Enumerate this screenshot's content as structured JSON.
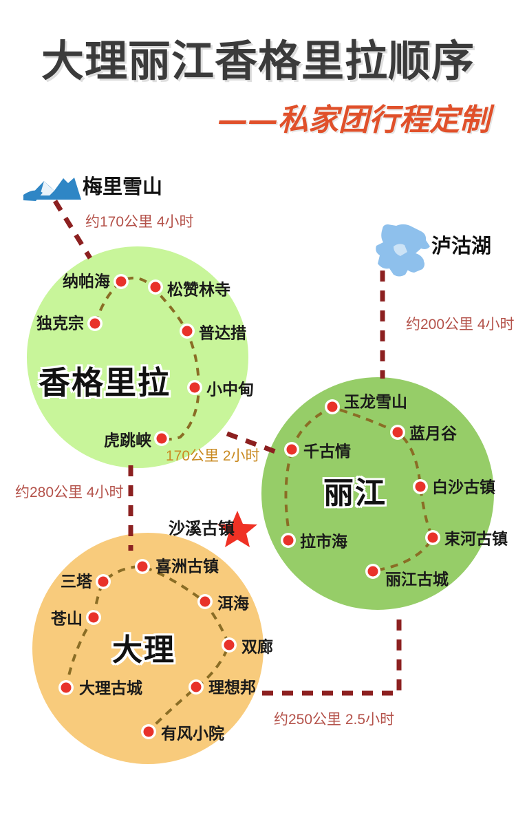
{
  "header": {
    "title": "大理丽江香格里拉顺序",
    "subtitle": "——私家团行程定制",
    "title_color": "#3b3b3b",
    "subtitle_color": "#e0502a"
  },
  "regions": [
    {
      "id": "shangrila",
      "label": "香格里拉",
      "color": "#c8f59a",
      "points": [
        {
          "name": "纳帕海",
          "side": "left"
        },
        {
          "name": "松赞林寺",
          "side": "right"
        },
        {
          "name": "独克宗",
          "side": "left"
        },
        {
          "name": "普达措",
          "side": "right"
        },
        {
          "name": "小中甸",
          "side": "right"
        },
        {
          "name": "虎跳峡",
          "side": "left"
        }
      ]
    },
    {
      "id": "lijiang",
      "label": "丽江",
      "color": "#96cd68",
      "points": [
        {
          "name": "玉龙雪山",
          "side": "right"
        },
        {
          "name": "蓝月谷",
          "side": "right"
        },
        {
          "name": "千古情",
          "side": "right"
        },
        {
          "name": "白沙古镇",
          "side": "right"
        },
        {
          "name": "拉市海",
          "side": "right"
        },
        {
          "name": "束河古镇",
          "side": "right"
        },
        {
          "name": "丽江古城",
          "side": "right"
        }
      ]
    },
    {
      "id": "dali",
      "label": "大理",
      "color": "#f8cb7c",
      "points": [
        {
          "name": "喜洲古镇",
          "side": "right"
        },
        {
          "name": "三塔",
          "side": "left"
        },
        {
          "name": "苍山",
          "side": "left"
        },
        {
          "name": "洱海",
          "side": "right"
        },
        {
          "name": "双廊",
          "side": "right"
        },
        {
          "name": "大理古城",
          "side": "right"
        },
        {
          "name": "理想邦",
          "side": "right"
        },
        {
          "name": "有风小院",
          "side": "right"
        }
      ]
    }
  ],
  "landmarks": [
    {
      "id": "meili",
      "name": "梅里雪山",
      "icon": "mountain-icon",
      "color": "#2f86c5"
    },
    {
      "id": "lugu",
      "name": "泸沽湖",
      "icon": "lake-icon",
      "color": "#8ec0ec"
    }
  ],
  "special_marker": {
    "name": "沙溪古镇",
    "icon": "star-icon",
    "color": "#ef3124"
  },
  "connectors": [
    {
      "id": "meili-shangrila",
      "label": "约170公里 4小时",
      "color": "#b4524a"
    },
    {
      "id": "lugu-lijiang",
      "label": "约200公里 4小时",
      "color": "#b4524a"
    },
    {
      "id": "shangrila-lijiang",
      "label": "170公里 2小时",
      "color": "#c98a22"
    },
    {
      "id": "shangrila-dali",
      "label": "约280公里 4小时",
      "color": "#b4524a"
    },
    {
      "id": "dali-lijiang",
      "label": "约250公里 2.5小时",
      "color": "#b4524a"
    }
  ],
  "styles": {
    "marker_fill": "#e8322a",
    "marker_ring": "#ffffff",
    "route_line": "#8a6d25",
    "connector_line": "#8c2020"
  }
}
